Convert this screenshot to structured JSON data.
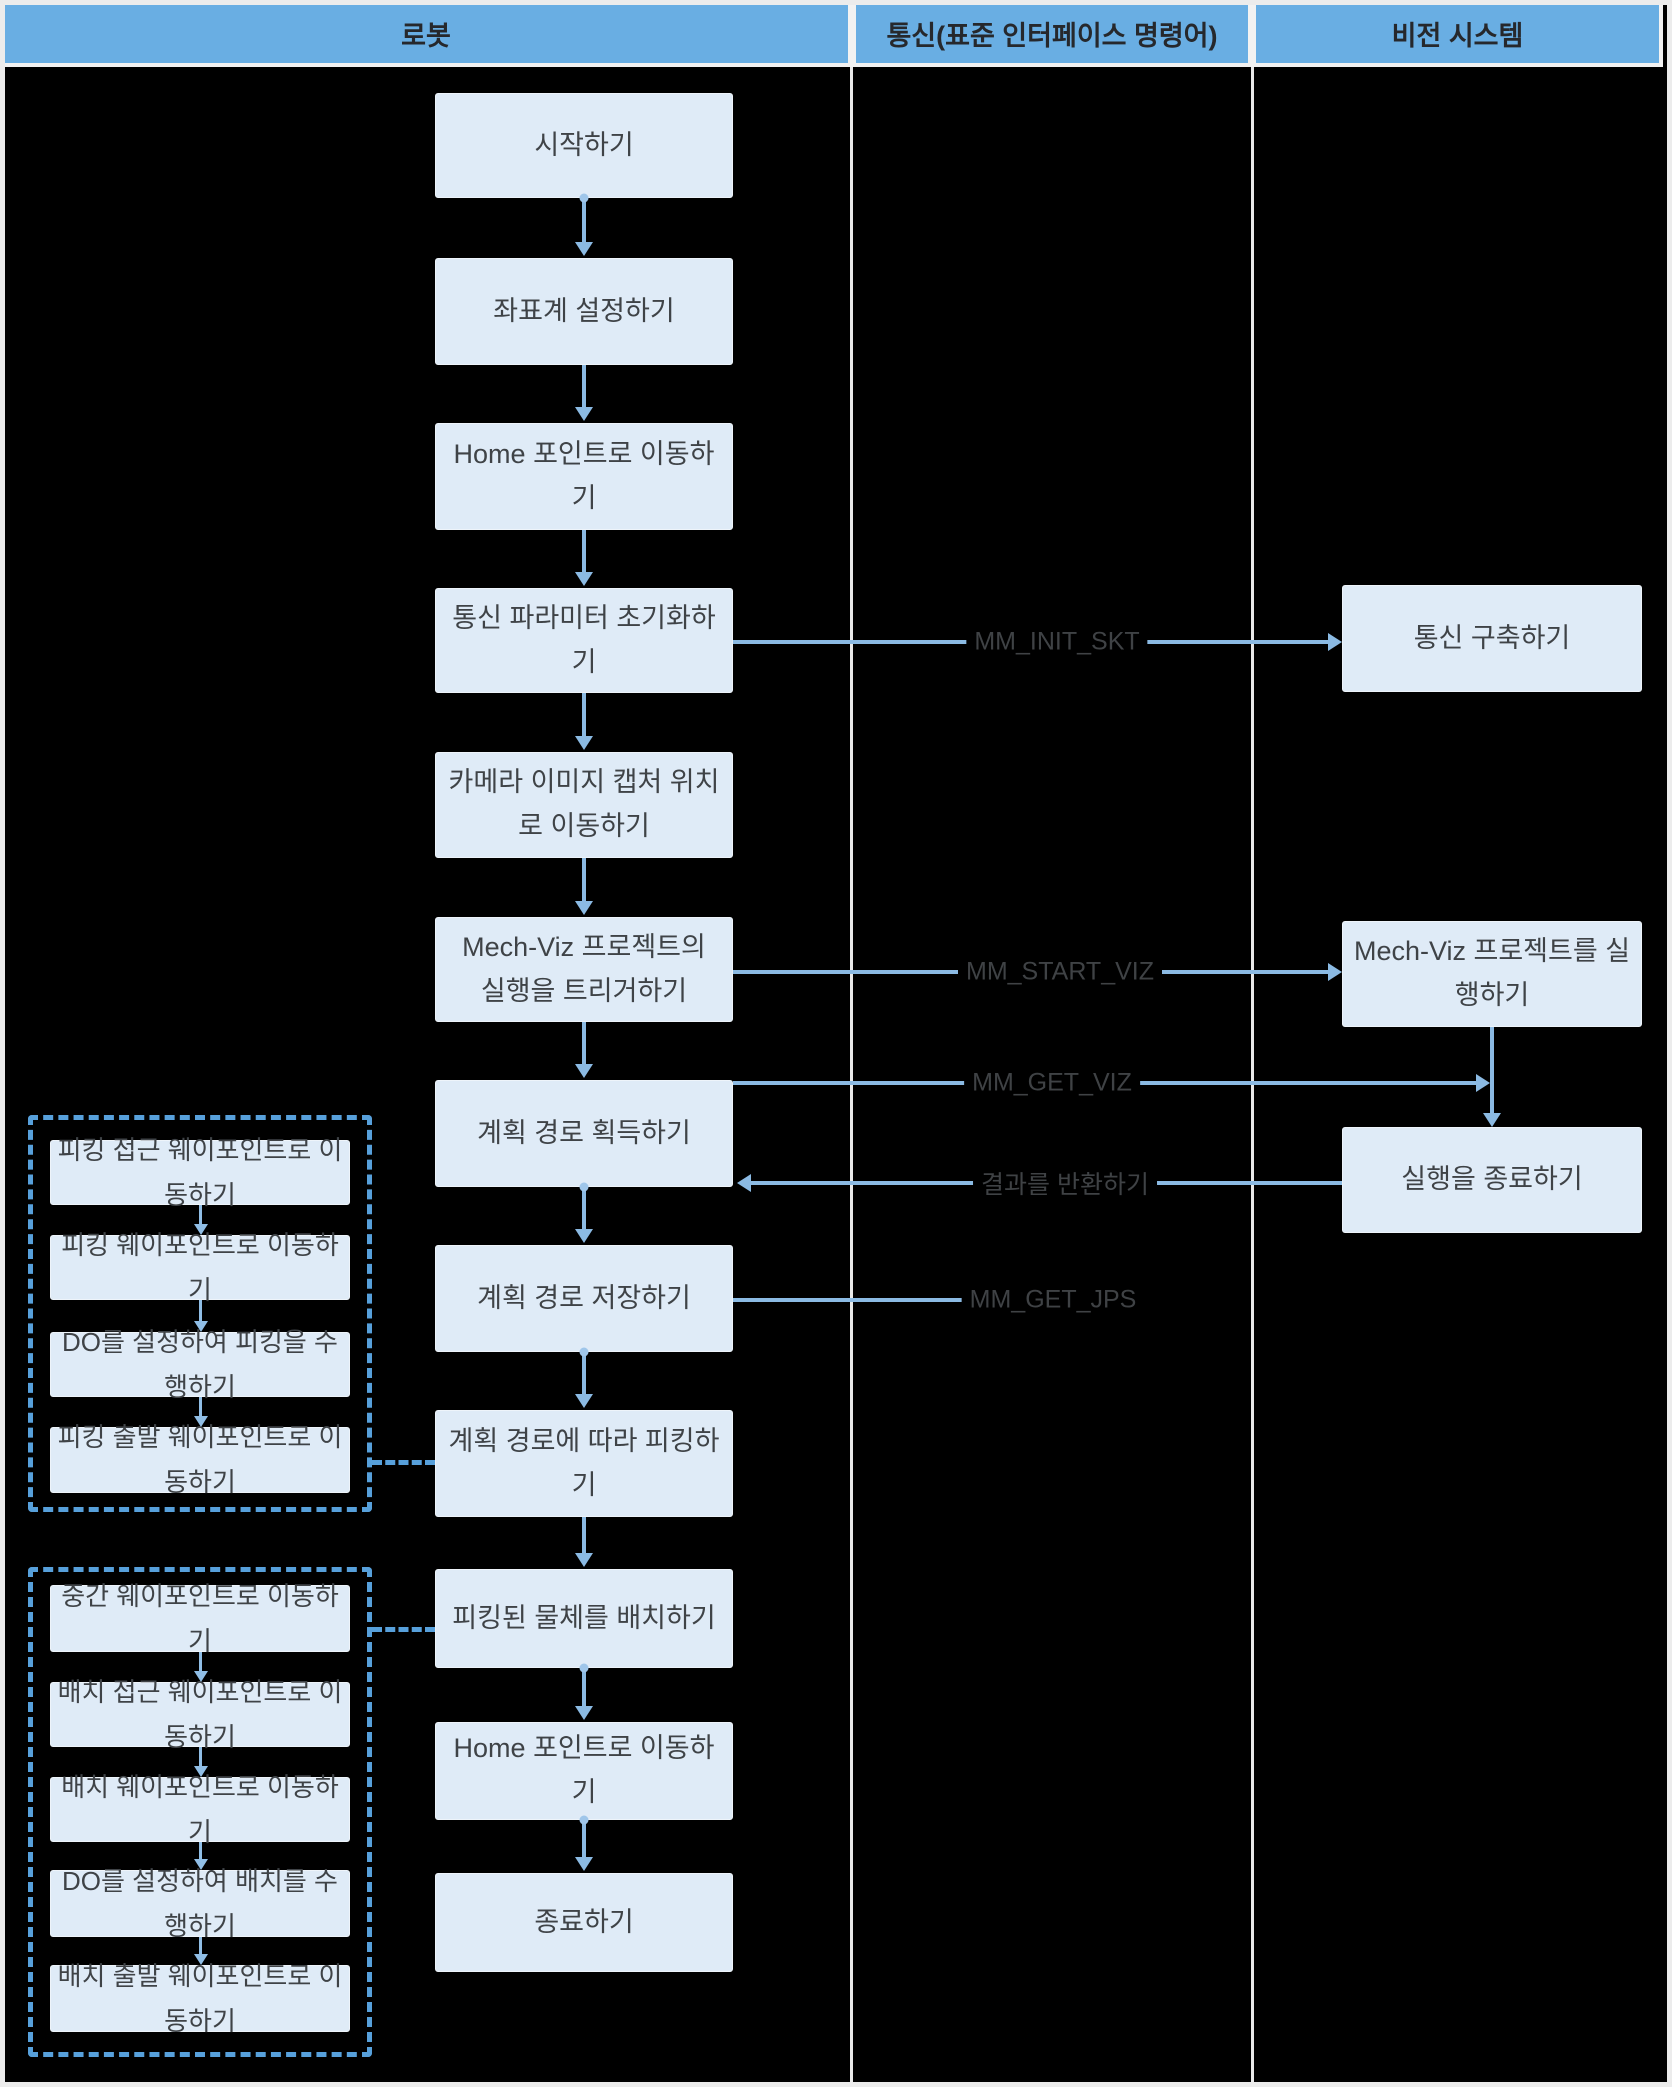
{
  "header": {
    "columns": [
      {
        "label": "로봇"
      },
      {
        "label": "통신(표준 인터페이스 명령어)"
      },
      {
        "label": "비전 시스템"
      }
    ]
  },
  "robot_flow": {
    "steps": [
      "시작하기",
      "좌표계 설정하기",
      "Home 포인트로 이동하기",
      "통신 파라미터 초기화하기",
      "카메라 이미지 캡처 위치로 이동하기",
      "Mech-Viz 프로젝트의 실행을 트리거하기",
      "계획 경로 획득하기",
      "계획 경로 저장하기",
      "계획 경로에 따라 피킹하기",
      "피킹된 물체를 배치하기",
      "Home 포인트로 이동하기",
      "종료하기"
    ]
  },
  "vision_flow": {
    "steps": [
      "통신 구축하기",
      "Mech-Viz 프로젝트를 실행하기",
      "실행을 종료하기"
    ]
  },
  "picking_group": {
    "steps": [
      "피킹 접근 웨이포인트로 이동하기",
      "피킹 웨이포인트로 이동하기",
      "DO를 설정하여 피킹을 수행하기",
      "피킹 출발 웨이포인트로 이동하기"
    ]
  },
  "placing_group": {
    "steps": [
      "중간 웨이포인트로 이동하기",
      "배치 접근 웨이포인트로 이동하기",
      "배치 웨이포인트로 이동하기",
      "DO를 설정하여 배치를 수행하기",
      "배치 출발 웨이포인트로 이동하기"
    ]
  },
  "edge_labels": {
    "init_socket": "MM_INIT_SKT",
    "start_viz": "MM_START_VIZ",
    "get_viz": "MM_GET_VIZ",
    "return_result": "결과를 반환하기",
    "get_jps": "MM_GET_JPS"
  },
  "colors": {
    "background": "#000000",
    "frame_border": "#ECECEC",
    "header_bg": "#69AEE3",
    "header_text": "#26282C",
    "box_bg": "#DFEBF7",
    "box_text": "#3F4347",
    "arrow": "#8BBAE3",
    "dashed_group_border": "#57A0DB",
    "edge_label_text": "#3F4245"
  }
}
